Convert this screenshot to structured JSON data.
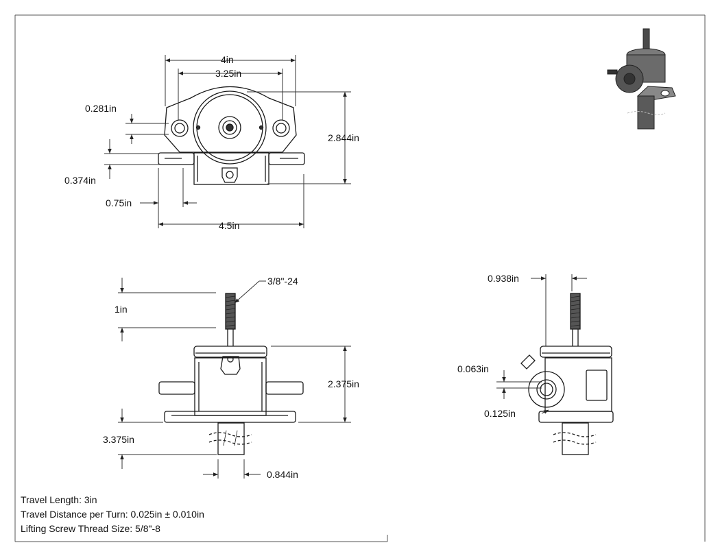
{
  "dimensions": {
    "front": {
      "overall_width": "4in",
      "hole_spacing": "3.25in",
      "hole_offset": "0.281in",
      "height": "2.844in",
      "flange_thickness": "0.374in",
      "flange_edge": "0.75in",
      "base_width": "4.5in"
    },
    "side": {
      "thread": "3/8\"-24",
      "thread_length": "1in",
      "body_height": "2.375in",
      "overall_height": "3.375in",
      "screw_diameter": "0.844in"
    },
    "end": {
      "offset": "0.938in",
      "shaft_offset_top": "0.063in",
      "shaft_offset_bottom": "0.125in"
    }
  },
  "notes": {
    "travel_length": "Travel Length: 3in",
    "travel_per_turn": "Travel Distance per Turn: 0.025in ± 0.010in",
    "thread_size": "Lifting Screw Thread Size: 5/8\"-8"
  },
  "colors": {
    "line": "#1a1a1a",
    "dim": "#333333",
    "iso_body": "#6b6b6b",
    "iso_dark": "#3a3a3a"
  }
}
